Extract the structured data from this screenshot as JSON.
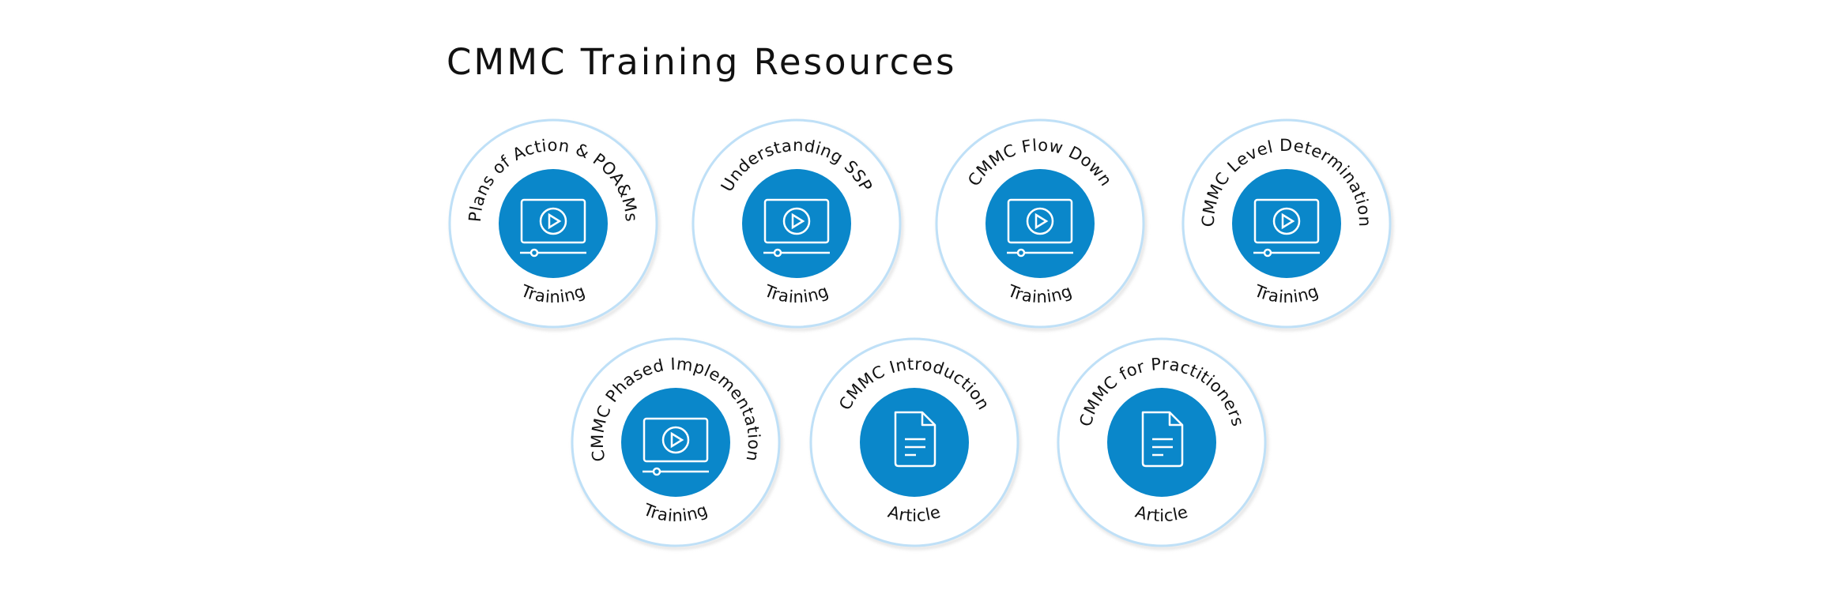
{
  "page": {
    "title": "CMMC Training Resources"
  },
  "colors": {
    "accent": "#0a87ca",
    "ring": "#bfe0f7",
    "text": "#111111"
  },
  "resources": [
    {
      "title": "Plans of Action & POA&Ms",
      "type": "Training",
      "icon": "video-player-icon"
    },
    {
      "title": "Understanding SSP",
      "type": "Training",
      "icon": "video-player-icon"
    },
    {
      "title": "CMMC Flow Down",
      "type": "Training",
      "icon": "video-player-icon"
    },
    {
      "title": "CMMC Level Determination",
      "type": "Training",
      "icon": "video-player-icon"
    },
    {
      "title": "CMMC Phased Implementation",
      "type": "Training",
      "icon": "video-player-icon"
    },
    {
      "title": "CMMC Introduction",
      "type": "Article",
      "icon": "document-icon"
    },
    {
      "title": "CMMC for Practitioners",
      "type": "Article",
      "icon": "document-icon"
    }
  ]
}
